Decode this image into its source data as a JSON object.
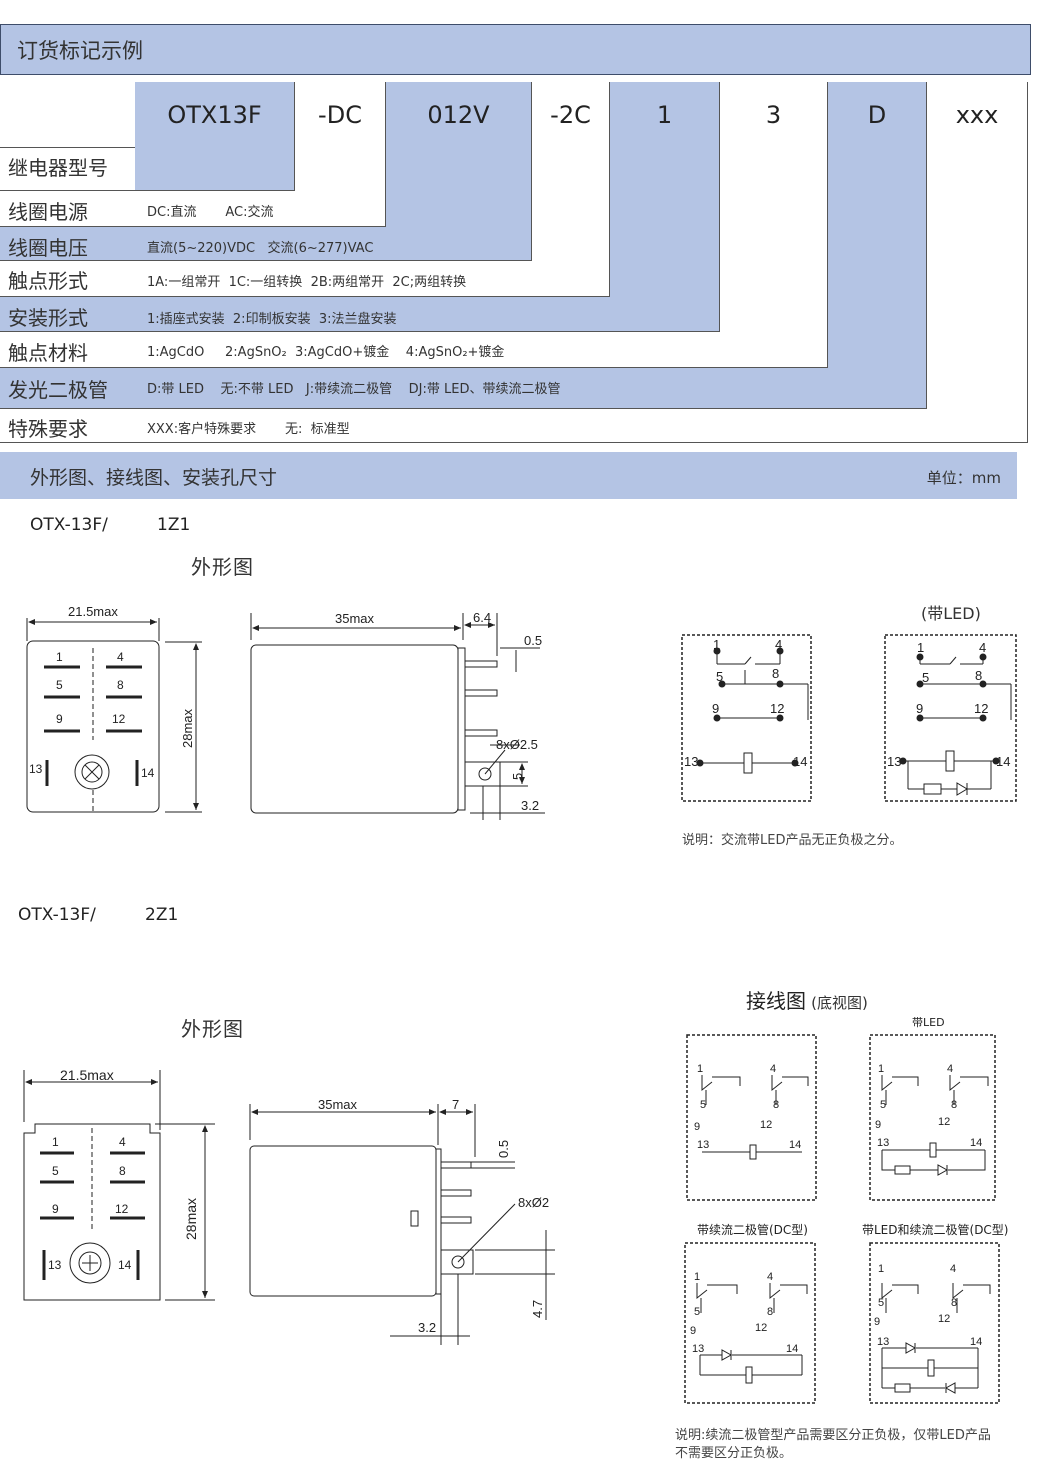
{
  "ordering": {
    "title": "订货标记示例",
    "codes": [
      "OTX13F",
      "-DC",
      "012V",
      "-2C",
      "1",
      "3",
      "D",
      "xxx"
    ],
    "rows": [
      {
        "label": "继电器型号",
        "desc": ""
      },
      {
        "label": "线圈电源",
        "desc": "DC:直流       AC:交流"
      },
      {
        "label": "线圈电压",
        "desc": "直流(5~220)VDC   交流(6~277)VAC"
      },
      {
        "label": "触点形式",
        "desc": "1A:一组常开  1C:一组转换  2B:两组常开  2C;两组转换"
      },
      {
        "label": "安装形式",
        "desc": "1:插座式安装  2:印制板安装  3:法兰盘安装"
      },
      {
        "label": "触点材料",
        "desc": "1:AgCdO     2:AgSnO₂  3:AgCdO+镀金    4:AgSnO₂+镀金"
      },
      {
        "label": "发光二极管",
        "desc": "D:带 LED    无:不带 LED   J:带续流二极管    DJ:带 LED、带续流二极管"
      },
      {
        "label": "特殊要求",
        "desc": "XXX:客户特殊要求       无:  标准型"
      }
    ]
  },
  "dimensions": {
    "title": "外形图、接线图、安装孔尺寸",
    "unit": "单位：mm",
    "model1": {
      "name": "OTX-13F/",
      "variant": "1Z1",
      "caption": "外形图"
    },
    "model2": {
      "name": "OTX-13F/",
      "variant": "2Z1",
      "caption": "外形图"
    },
    "wiring_title": "接线图",
    "wiring_sub": "(底视图)",
    "with_led": "(带LED)",
    "led_label": "带LED",
    "diode_label": "带续流二极管(DC型)",
    "led_diode_label": "带LED和续流二极管(DC型)",
    "note1": "说明：交流带LED产品无正负极之分。",
    "note2_line1": "说明:续流二极管型产品需要区分正负极，仅带LED产品",
    "note2_line2": "不需要区分正负极。",
    "dims": {
      "w": "21.5max",
      "len": "35max",
      "h": "28max",
      "d64": "6.4",
      "d05": "0.5",
      "holes1": "8xØ2.5",
      "d5": "5",
      "d32": "3.2",
      "d7": "7",
      "holes2": "8xØ2",
      "d47": "4.7"
    },
    "pins": [
      "1",
      "4",
      "5",
      "8",
      "9",
      "12",
      "13",
      "14"
    ]
  },
  "colors": {
    "band": "#b4c4e4",
    "border": "#3e4d6a"
  }
}
